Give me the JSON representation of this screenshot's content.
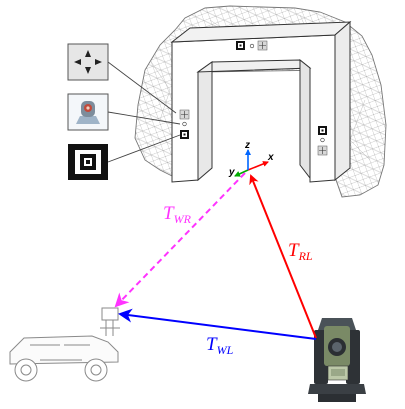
{
  "labels": {
    "t_wr": {
      "base": "T",
      "sub": "WR",
      "color": "#ff33ff"
    },
    "t_rl": {
      "base": "T",
      "sub": "RL",
      "color": "#ff0000"
    },
    "t_wl": {
      "base": "T",
      "sub": "WL",
      "color": "#0000ff"
    }
  },
  "axes": {
    "x_label": "x",
    "y_label": "y",
    "z_label": "z",
    "x_color": "#ff0000",
    "y_color": "#00aa00",
    "z_color": "#0066ff"
  },
  "arrows": {
    "wr_color": "#ff33ff",
    "rl_color": "#ff0000",
    "wl_color": "#0000ff"
  },
  "icons": [
    "target-reticle-icon",
    "prism-reflector-icon",
    "aruco-marker-icon",
    "aruco-marker-small-icon",
    "total-station-icon",
    "robot-vehicle-icon"
  ]
}
